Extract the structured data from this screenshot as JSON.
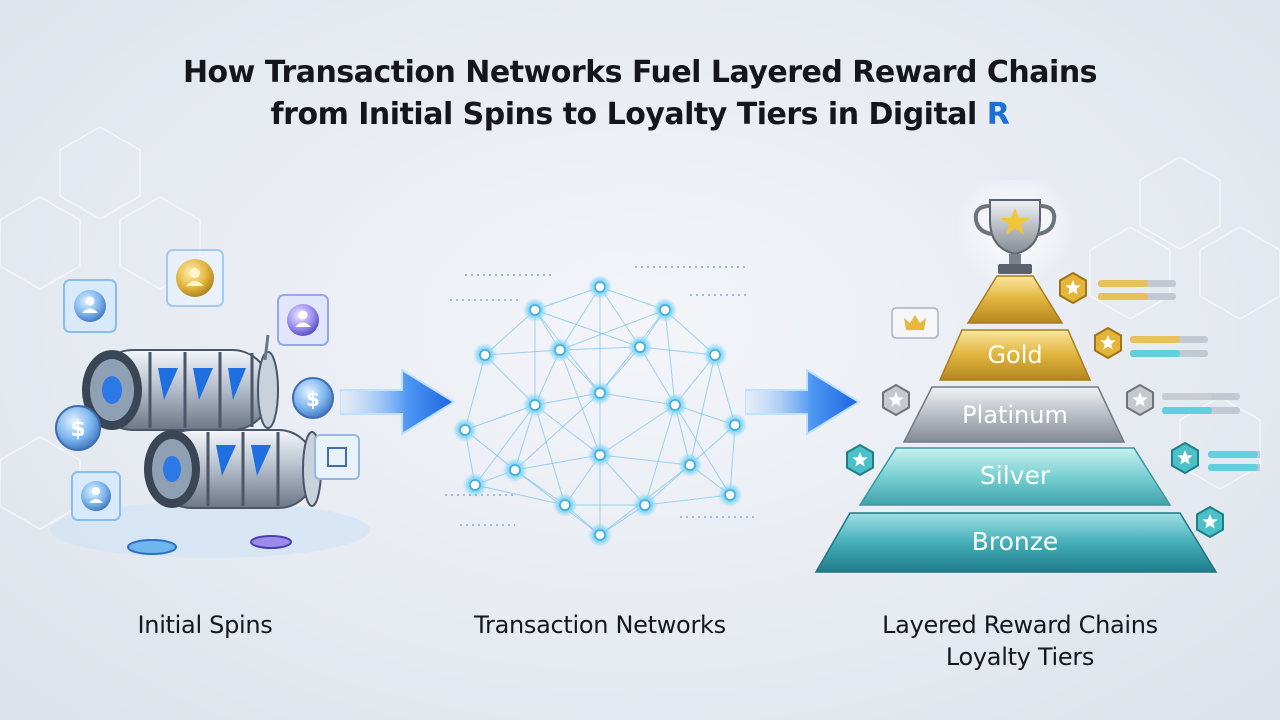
{
  "title": {
    "line1": "How Transaction Networks Fuel Layered Reward Chains",
    "line2": "from Initial Spins to Loyalty Tiers in Digital",
    "brand_mark": "R"
  },
  "stages": [
    {
      "label": "Initial Spins"
    },
    {
      "label": "Transaction Networks"
    },
    {
      "label_line1": "Layered Reward Chains",
      "label_line2": "Loyalty Tiers"
    }
  ],
  "tiers": [
    "Gold",
    "Platinum",
    "Silver",
    "Bronze"
  ],
  "icons": {
    "slot": "slot-reel-icon",
    "coin": "dollar-coin-icon",
    "user": "user-badge-icon",
    "arrow": "right-arrow-icon",
    "network": "network-graph-icon",
    "trophy": "trophy-icon",
    "star": "star-badge-icon"
  },
  "colors": {
    "arrow": "#2f7cf0",
    "node": "#5fc6f2",
    "gold": "#e1b93a",
    "platinum": "#b8bcc3",
    "silver": "#78d3d6",
    "bronze": "#3aa7b2"
  }
}
